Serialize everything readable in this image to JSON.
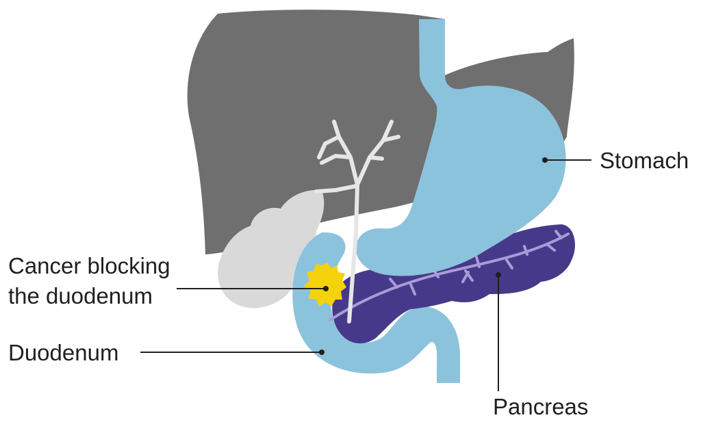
{
  "labels": {
    "stomach": "Stomach",
    "cancer_line1": "Cancer blocking",
    "cancer_line2": "the duodenum",
    "duodenum": "Duodenum",
    "pancreas": "Pancreas"
  },
  "colors": {
    "liver": "#6f6f6f",
    "gallbladder": "#d9d9d9",
    "bile_duct": "#e6e6e6",
    "stomach": "#8cc3dc",
    "duodenum": "#8cc3dc",
    "pancreas": "#47398a",
    "pancreatic_duct": "#a99cd6",
    "tumour": "#f5d20a",
    "text": "#1f1f1f"
  }
}
